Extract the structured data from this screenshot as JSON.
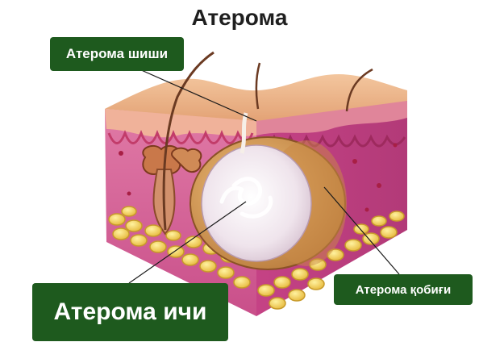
{
  "title": "Атерома",
  "labels": {
    "shell": "Атерома шиши",
    "content": "Атерома ичи",
    "capsule": "Атерома қобиғи"
  },
  "colors": {
    "label_bg": "#1e5a1e",
    "skin_top": "#e8a878",
    "skin_side": "#d05890",
    "fat": "#f0cc4a",
    "cyst_capsule": "#dfa65a",
    "cyst_core": "#f0e8ee"
  }
}
